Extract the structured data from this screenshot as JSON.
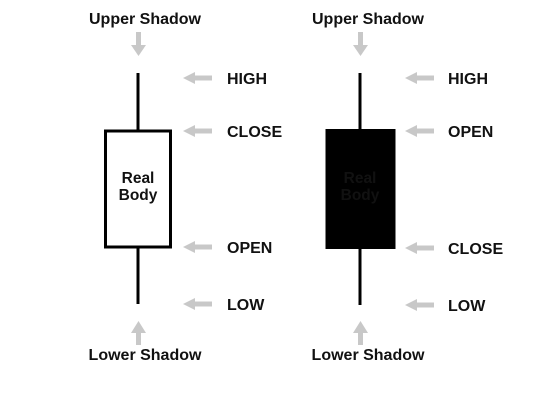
{
  "candles": [
    {
      "kind": "bullish",
      "body_fill": "#ffffff",
      "body_text_color": "#111111",
      "upper_shadow_label": "Upper Shadow",
      "lower_shadow_label": "Lower Shadow",
      "body_label_line1": "Real",
      "body_label_line2": "Body",
      "levels": {
        "top": "HIGH",
        "body_top": "CLOSE",
        "body_bottom": "OPEN",
        "bottom": "LOW"
      }
    },
    {
      "kind": "bearish",
      "body_fill": "#000000",
      "body_text_color": "#ffffff",
      "upper_shadow_label": "Upper Shadow",
      "lower_shadow_label": "Lower Shadow",
      "body_label_line1": "Real",
      "body_label_line2": "Body",
      "levels": {
        "top": "HIGH",
        "body_top": "OPEN",
        "body_bottom": "CLOSE",
        "bottom": "LOW"
      }
    }
  ],
  "colors": {
    "arrow": "#c8c8c8",
    "wick": "#000000",
    "text": "#111111"
  }
}
